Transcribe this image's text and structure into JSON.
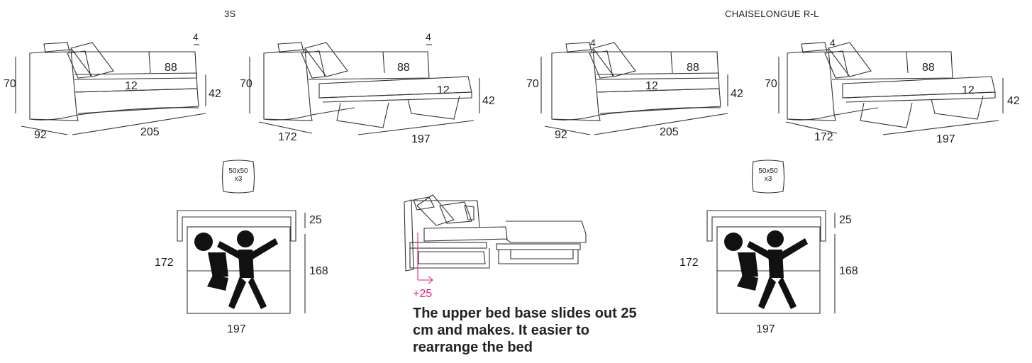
{
  "headings": {
    "left": "3S",
    "right": "CHAISELONGUE R-L"
  },
  "dims": {
    "d4": "4",
    "d70": "70",
    "d88": "88",
    "d12": "12",
    "d42": "42",
    "d92": "92",
    "d205": "205",
    "d172": "172",
    "d197": "197",
    "d25": "25",
    "d168": "168"
  },
  "pillow": {
    "size": "50x50",
    "qty": "x3"
  },
  "mechanism": {
    "offset": "+25",
    "note": "The upper bed base slides out 25 cm and makes. It easier to rearrange the bed"
  },
  "colors": {
    "accent": "#e0237b",
    "line": "#333333"
  }
}
